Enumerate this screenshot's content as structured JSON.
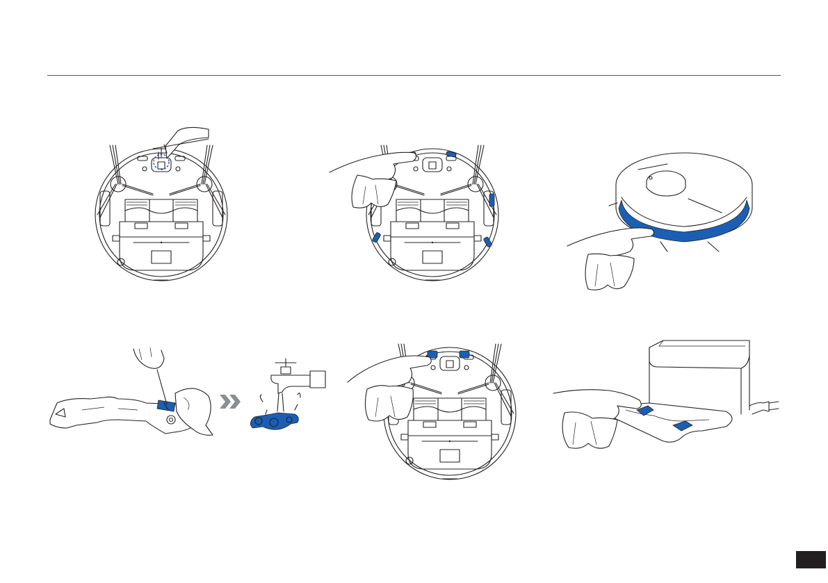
{
  "colors": {
    "accent": "#1a5fb4",
    "rule": "#1a5fb4",
    "ink": "#231f20",
    "page_tab": "#231f20",
    "background": "#ffffff"
  },
  "illustrations": [
    {
      "id": "robot-underside-cliff-sensor-cleaning",
      "icon": "robot-underside-icon"
    },
    {
      "id": "robot-underside-wipe-sensors",
      "icon": "robot-underside-icon"
    },
    {
      "id": "robot-bumper-wipe",
      "icon": "robot-top-icon"
    },
    {
      "id": "wheel-cover-brush-cleaning",
      "icon": "wheel-cover-icon"
    },
    {
      "id": "rinse-under-tap",
      "icon": "water-tap-icon"
    },
    {
      "id": "robot-underside-wipe-charging-contacts",
      "icon": "robot-underside-icon"
    },
    {
      "id": "auto-empty-station-wipe-contacts",
      "icon": "docking-station-icon"
    }
  ],
  "step_arrow_icon": "double-chevron-right-icon"
}
